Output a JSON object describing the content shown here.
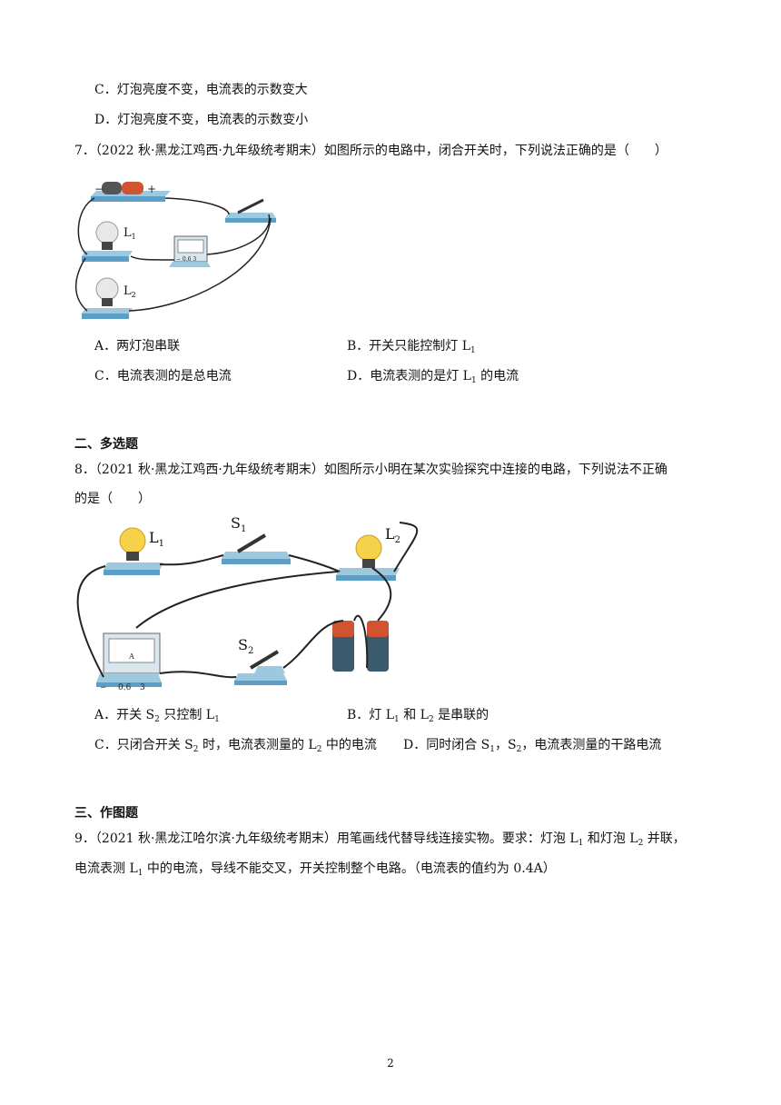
{
  "q6": {
    "option_c": "C．灯泡亮度不变，电流表的示数变大",
    "option_d": "D．灯泡亮度不变，电流表的示数变小"
  },
  "q7": {
    "stem": "7．（2022 秋·黑龙江鸡西·九年级统考期末）如图所示的电路中，闭合开关时，下列说法正确的是（　　）",
    "options": {
      "a": "A．两灯泡串联",
      "b_prefix": "B．开关只能控制灯 L",
      "b_sub": "1",
      "c": "C．电流表测的是总电流",
      "d_prefix": "D．电流表测的是灯 L",
      "d_sub": "1",
      "d_suffix": " 的电流"
    },
    "figure": {
      "lamp1_label": "L",
      "lamp1_sub": "1",
      "lamp2_label": "L",
      "lamp2_sub": "2",
      "battery_minus": "−",
      "battery_plus": "+",
      "meter_scale": "− 0.6 3"
    }
  },
  "section2": {
    "title": "二、多选题"
  },
  "q8": {
    "stem_line1": "8．（2021 秋·黑龙江鸡西·九年级统考期末）如图所示小明在某次实验探究中连接的电路，下列说法不正确",
    "stem_line2": "的是（　　）",
    "options": {
      "a_prefix": "A．开关 S",
      "a_sub1": "2",
      "a_mid": " 只控制 L",
      "a_sub2": "1",
      "b_prefix": "B．灯 L",
      "b_sub1": "1",
      "b_mid": " 和 L",
      "b_sub2": "2",
      "b_suffix": " 是串联的",
      "c_prefix": "C．只闭合开关 S",
      "c_sub1": "2",
      "c_mid": " 时，电流表测量的 L",
      "c_sub2": "2",
      "c_suffix": " 中的电流",
      "d_prefix": "D．同时闭合 S",
      "d_sub1": "1",
      "d_mid": "，S",
      "d_sub2": "2",
      "d_suffix": "，电流表测量的干路电流"
    },
    "figure": {
      "l1": "L",
      "l1_sub": "1",
      "l2": "L",
      "l2_sub": "2",
      "s1": "S",
      "s1_sub": "1",
      "s2": "S",
      "s2_sub": "2",
      "meter_letter": "A",
      "meter_minus": "−",
      "meter_06": "0.6",
      "meter_3": "3"
    }
  },
  "section3": {
    "title": "三、作图题"
  },
  "q9": {
    "line1_prefix": "9．（2021 秋·黑龙江哈尔滨·九年级统考期末）用笔画线代替导线连接实物。要求：灯泡 L",
    "line1_sub1": "1",
    "line1_mid": " 和灯泡 L",
    "line1_sub2": "2",
    "line1_suffix": " 并联，",
    "line2_prefix": "电流表测 L",
    "line2_sub": "1",
    "line2_suffix": " 中的电流，导线不能交叉，开关控制整个电路。（电流表的值约为 0.4A）"
  },
  "page_number": "2"
}
